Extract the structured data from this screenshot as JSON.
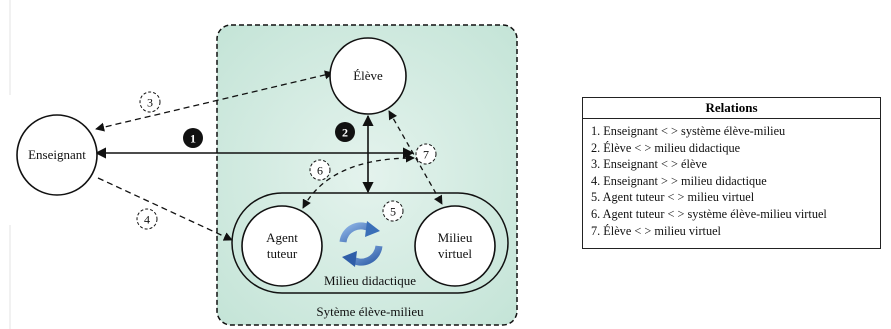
{
  "diagram": {
    "nodes": {
      "enseignant": "Enseignant",
      "eleve": "Élève",
      "agent_tuteur": [
        "Agent",
        "tuteur"
      ],
      "milieu_virtuel": [
        "Milieu",
        "virtuel"
      ]
    },
    "groups": {
      "milieu_didactique": "Milieu didactique",
      "systeme": "Sytème élève-milieu"
    },
    "markers": {
      "filled": [
        "1",
        "2"
      ],
      "outlined": [
        "3",
        "4",
        "5",
        "6",
        "7"
      ]
    },
    "colors": {
      "system_fill": "#cfe9df",
      "marker_fill": "#111111",
      "cycle_icon": "#3a6fb8"
    }
  },
  "relations": {
    "title": "Relations",
    "items": [
      "1. Enseignant < > système élève-milieu",
      "2. Élève < > milieu didactique",
      "3. Enseignant < > élève",
      "4. Enseignant > > milieu didactique",
      "5. Agent tuteur < > milieu virtuel",
      "6. Agent tuteur < > système élève-milieu virtuel",
      "7. Élève < > milieu virtuel"
    ]
  }
}
